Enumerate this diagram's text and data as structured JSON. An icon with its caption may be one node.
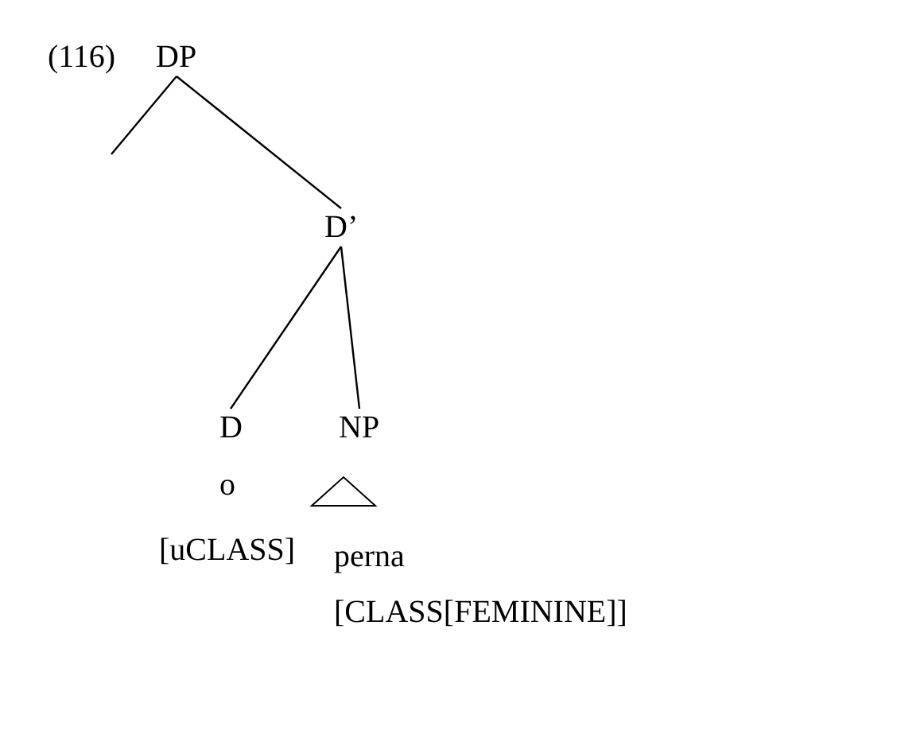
{
  "diagram": {
    "nodes": [
      {
        "text": [
          "DP"
        ]
      },
      {
        "text": [
          "D’"
        ]
      },
      {
        "text": [
          "D"
        ]
      },
      {
        "text": [
          "NP"
        ]
      }
    ],
    "edges": [
      {
        "from": 0,
        "to": null,
        "arrow": "none"
      },
      {
        "from": 0,
        "to": 1,
        "arrow": "none"
      },
      {
        "from": 1,
        "to": 2,
        "arrow": "none"
      },
      {
        "from": 1,
        "to": 3,
        "arrow": "none"
      }
    ],
    "labels": [
      "(116)",
      "o",
      "[uCLASS]",
      "perna",
      "[CLASS[FEMININE]]"
    ]
  }
}
